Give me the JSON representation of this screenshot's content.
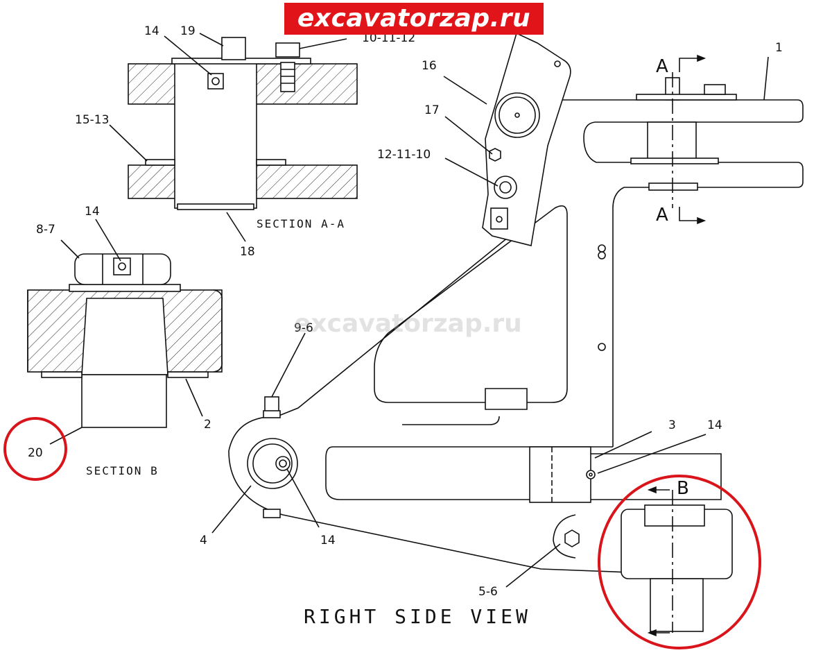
{
  "watermark": {
    "banner": "excavatorzap.ru",
    "center": "excavatorzap.ru",
    "banner_bg": "#e01419"
  },
  "labels": {
    "n1": "1",
    "n2": "2",
    "n3": "3",
    "n4": "4",
    "n5_6": "5-6",
    "n8_7": "8-7",
    "n9_6": "9-6",
    "n10_11_12": "10-11-12",
    "n12_11_10": "12-11-10",
    "n14_a": "14",
    "n14_b": "14",
    "n14_c": "14",
    "n14_d": "14",
    "n15_13": "15-13",
    "n16": "16",
    "n17": "17",
    "n18": "18",
    "n19": "19",
    "n20": "20"
  },
  "sections": {
    "a_a": "SECTION A-A",
    "b": "SECTION B",
    "marker_a": "A",
    "marker_b": "B"
  },
  "view_title": "RIGHT SIDE VIEW",
  "highlight_color": "#d9141b"
}
